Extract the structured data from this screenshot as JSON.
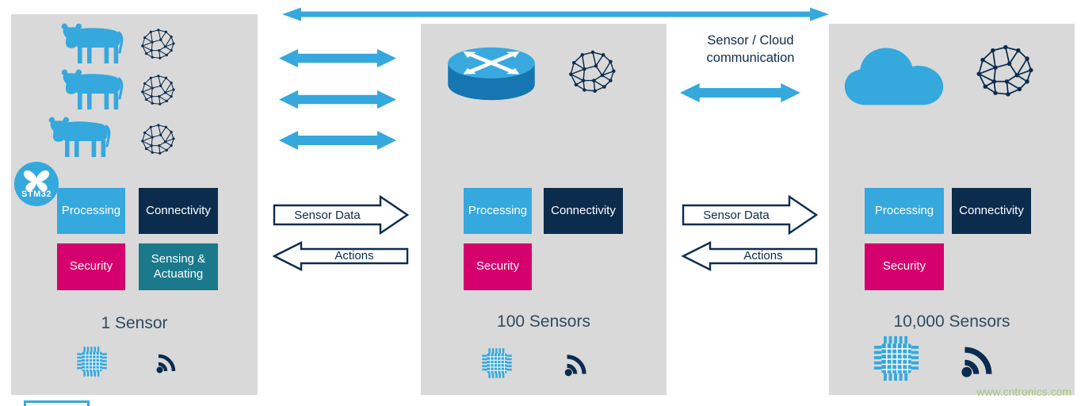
{
  "colors": {
    "light_blue": "#35a8dd",
    "navy": "#0c2c4e",
    "magenta": "#d5006d",
    "teal": "#1a7a8c",
    "panel_gray": "#d9d9d9",
    "caption": "#324a5e",
    "watermark": "#a9c883"
  },
  "icons": {
    "cow": "cow-icon",
    "brain": "neural-network-brain-icon",
    "stm32_logo": "stm32-butterfly-logo",
    "router": "gateway-router-icon",
    "cloud": "cloud-icon",
    "chip": "microchip-icon",
    "wireless": "wireless-signal-icon",
    "double_arrow": "bidirectional-arrow-icon"
  },
  "gap_left": {
    "sensor_data": "Sensor Data",
    "actions": "Actions"
  },
  "gap_right": {
    "title": "Sensor / Cloud communication",
    "sensor_data": "Sensor Data",
    "actions": "Actions"
  },
  "panel_device": {
    "logo": "STM32",
    "boxes": {
      "processing": "Processing",
      "connectivity": "Connectivity",
      "security": "Security",
      "sensing": "Sensing & Actuating"
    },
    "caption": "1 Sensor"
  },
  "panel_gateway": {
    "boxes": {
      "processing": "Processing",
      "connectivity": "Connectivity",
      "security": "Security"
    },
    "caption": "100 Sensors"
  },
  "panel_cloud": {
    "boxes": {
      "processing": "Processing",
      "connectivity": "Connectivity",
      "security": "Security"
    },
    "caption": "10,000 Sensors"
  },
  "watermark": "www.cntronics.com"
}
